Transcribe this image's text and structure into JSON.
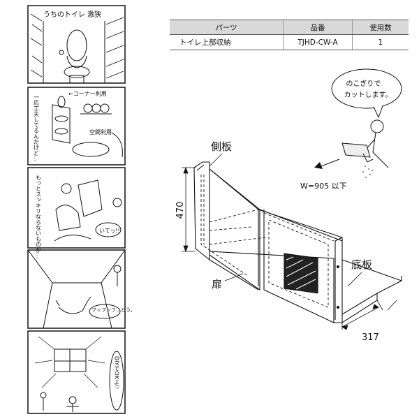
{
  "comic": {
    "panel1_title": "うちのトイレ 激狭",
    "panel2_left_text": "一応工夫してるんだけど…",
    "panel2_corner_label": "←コーナー利用",
    "panel2_space_label": "空間利用",
    "panel3_text": "もっとスッキリならないものか…",
    "panel3_bubble": "いてっ!!",
    "panel4_bubble": "フッフッフ…どう。",
    "panel5_bubble": "DIYでOKよ!!"
  },
  "parts_table": {
    "headers": [
      "パーツ",
      "品番",
      "使用数"
    ],
    "rows": [
      {
        "part": "トイレ上部収納",
        "code": "TJHD-CW-A",
        "qty": "1"
      }
    ]
  },
  "diagram": {
    "label_side_panel": "側板",
    "label_door": "扉",
    "label_bottom_panel": "底板",
    "dim_height": "470",
    "dim_depth": "317",
    "width_note": "W=905 以下",
    "saw_bubble": "のこぎりでカットします。"
  }
}
